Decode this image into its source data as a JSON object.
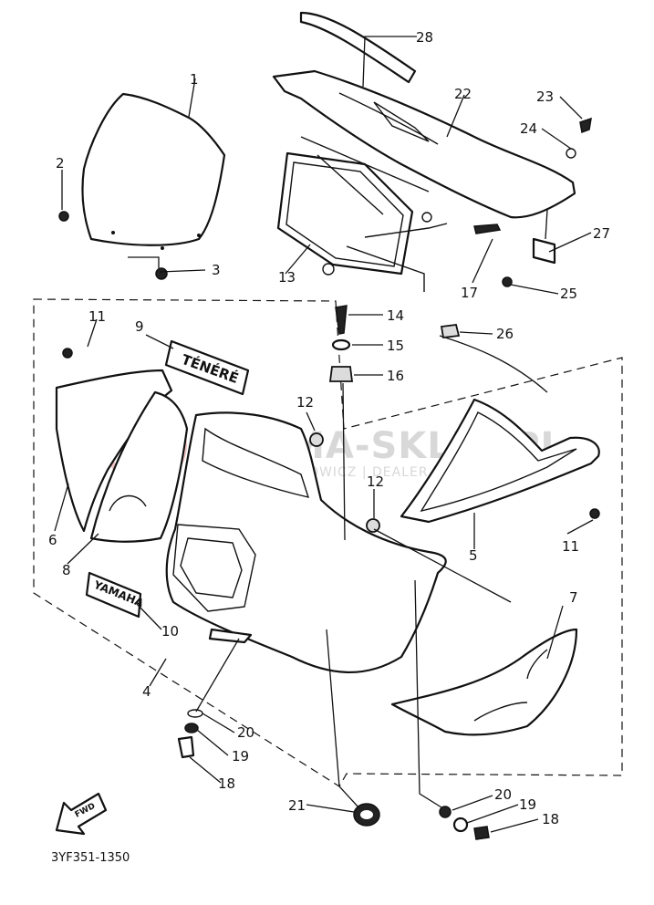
{
  "diagram_code": "3YF351-1350",
  "watermark": {
    "line1": "YAMA-SKLEP.PL",
    "line2": "WOJCIECHOWICZ | DEALER YAMAHA"
  },
  "direction_tag": "FWD",
  "decal_texts": {
    "tenere": "TÉNÉRÉ",
    "yamaha": "YAMAHA"
  },
  "callouts": [
    "1",
    "2",
    "3",
    "4",
    "5",
    "6",
    "7",
    "8",
    "9",
    "10",
    "11",
    "11",
    "12",
    "12",
    "13",
    "14",
    "15",
    "16",
    "17",
    "18",
    "18",
    "19",
    "19",
    "20",
    "20",
    "21",
    "22",
    "23",
    "24",
    "25",
    "26",
    "27",
    "28"
  ]
}
